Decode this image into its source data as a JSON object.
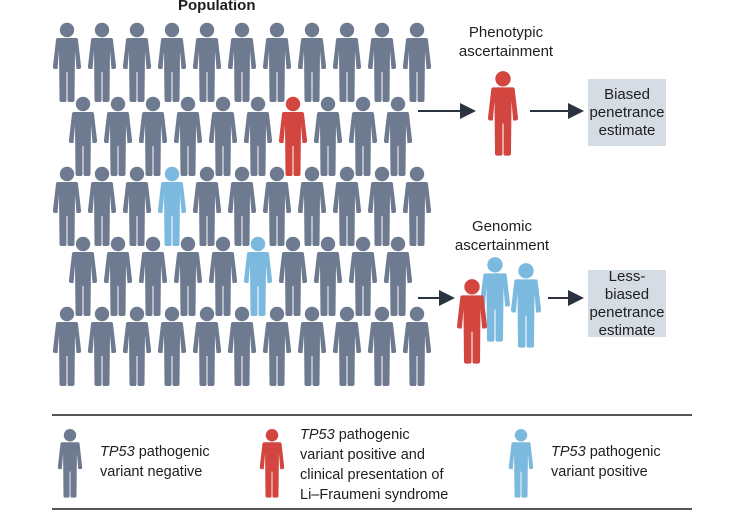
{
  "population": {
    "title": "Population",
    "rows": [
      [
        "neg",
        "neg",
        "neg",
        "neg",
        "neg",
        "neg",
        "neg",
        "neg",
        "neg",
        "neg",
        "neg"
      ],
      [
        "neg",
        "neg",
        "neg",
        "neg",
        "neg",
        "neg",
        "lfs",
        "neg",
        "neg",
        "neg"
      ],
      [
        "neg",
        "neg",
        "neg",
        "pos",
        "neg",
        "neg",
        "neg",
        "neg",
        "neg",
        "neg",
        "neg"
      ],
      [
        "neg",
        "neg",
        "neg",
        "neg",
        "neg",
        "pos",
        "neg",
        "neg",
        "neg",
        "neg"
      ],
      [
        "neg",
        "neg",
        "neg",
        "neg",
        "neg",
        "neg",
        "neg",
        "neg",
        "neg",
        "neg",
        "neg"
      ]
    ]
  },
  "phenotypic": {
    "label_line1": "Phenotypic",
    "label_line2": "ascertainment",
    "result_line1": "Biased",
    "result_line2": "penetrance",
    "result_line3": "estimate"
  },
  "genomic": {
    "label_line1": "Genomic",
    "label_line2": "ascertainment",
    "result_line1": "Less-biased",
    "result_line2": "penetrance",
    "result_line3": "estimate"
  },
  "legend": {
    "negative": {
      "gene": "TP53",
      "line1_rest": " pathogenic",
      "line2": "variant negative"
    },
    "lfs": {
      "gene": "TP53",
      "line1_rest": " pathogenic",
      "line2": "variant positive and",
      "line3": "clinical presentation of",
      "line4": "Li–Fraumeni syndrome"
    },
    "positive": {
      "gene": "TP53",
      "line1_rest": " pathogenic",
      "line2": "variant positive"
    }
  },
  "colors": {
    "negative": "#6e7a8f",
    "lfs": "#d2463f",
    "positive": "#7cb9df",
    "box": "#d5dce3",
    "arrow": "#2b3240"
  }
}
